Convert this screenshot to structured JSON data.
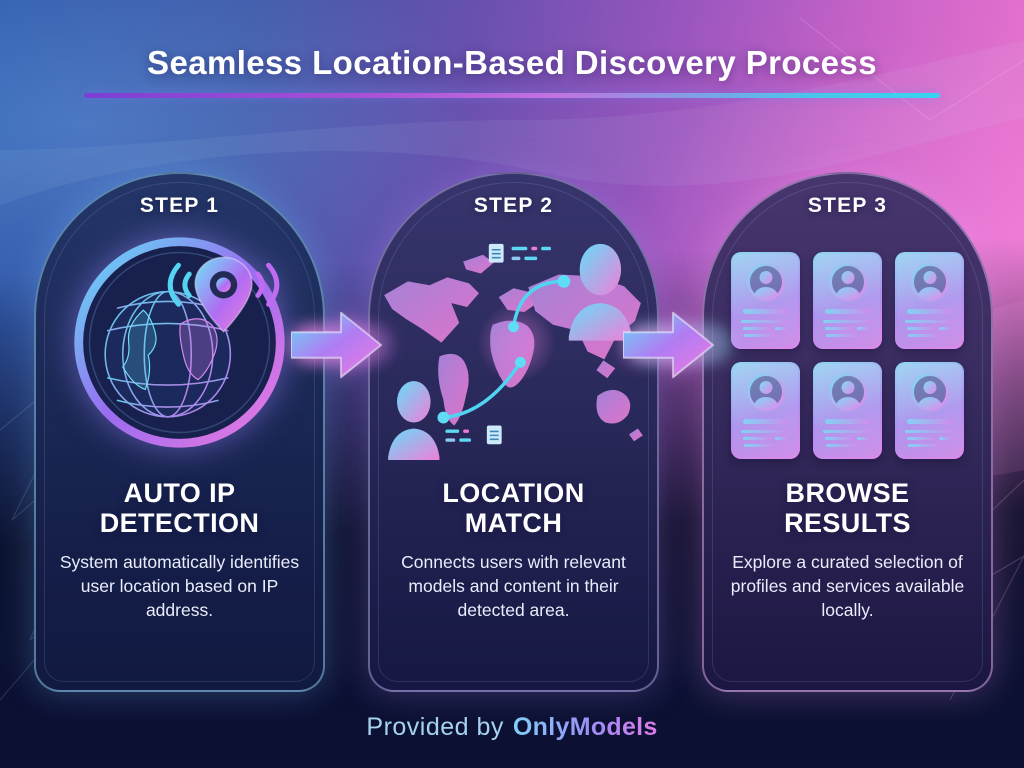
{
  "header": {
    "title": "Seamless Location-Based Discovery Process"
  },
  "steps": [
    {
      "label": "STEP 1",
      "heading_lines": [
        "AUTO IP",
        "DETECTION"
      ],
      "description": "System automatically identifies user location based on IP address.",
      "icon": "globe-location-pin-icon"
    },
    {
      "label": "STEP 2",
      "heading_lines": [
        "LOCATION",
        "MATCH"
      ],
      "description": "Connects users with relevant models and content in their detected area.",
      "icon": "world-map-user-connections-icon"
    },
    {
      "label": "STEP 3",
      "heading_lines": [
        "BROWSE",
        "RESULTS"
      ],
      "description": "Explore a curated selection of profiles and services available locally.",
      "icon": "profile-cards-grid-icon"
    }
  ],
  "connectors": [
    "arrow-right-icon",
    "arrow-right-icon"
  ],
  "footer": {
    "prefix": "Provided by",
    "brand": "OnlyModels"
  },
  "colors": {
    "accent_cyan": "#4fd8f2",
    "accent_purple": "#9a6cf0",
    "accent_pink": "#f07ad8",
    "background_blue_left": "#2e59ab",
    "background_pink_right": "#ef7fd2",
    "background_dark_bottom": "#0c1133",
    "arch_navy": "#1c2a58",
    "arch_violet": "#2c2b5e",
    "arch_purple": "#3a2d61",
    "text_white": "#ffffff",
    "text_soft": "#e9edfb",
    "footer_prefix": "#a5d3ef"
  }
}
